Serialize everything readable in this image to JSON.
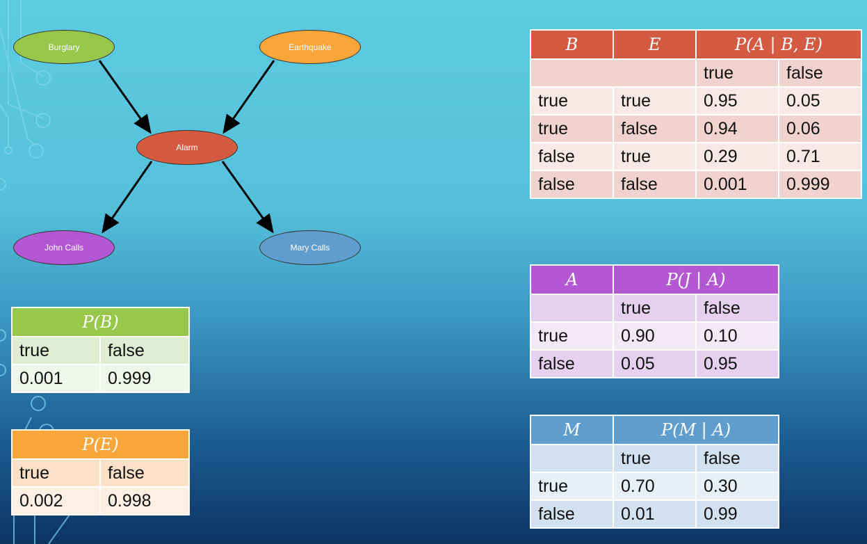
{
  "colors": {
    "burglary": "#97c74a",
    "earthquake": "#f8a53a",
    "alarm": "#d45a42",
    "john": "#b457d3",
    "mary": "#5f9dce"
  },
  "nodes": {
    "burglary": "Burglary",
    "earthquake": "Earthquake",
    "alarm": "Alarm",
    "john": "John Calls",
    "mary": "Mary Calls"
  },
  "table_alarm": {
    "headers": [
      "B",
      "E",
      "P(A | B, E)"
    ],
    "subheaders": [
      "true",
      "false"
    ],
    "rows": [
      [
        "true",
        "true",
        "0.95",
        "0.05"
      ],
      [
        "true",
        "false",
        "0.94",
        "0.06"
      ],
      [
        "false",
        "true",
        "0.29",
        "0.71"
      ],
      [
        "false",
        "false",
        "0.001",
        "0.999"
      ]
    ]
  },
  "table_john": {
    "headers": [
      "A",
      "P(J | A)"
    ],
    "subheaders": [
      "true",
      "false"
    ],
    "rows": [
      [
        "true",
        "0.90",
        "0.10"
      ],
      [
        "false",
        "0.05",
        "0.95"
      ]
    ]
  },
  "table_mary": {
    "headers": [
      "M",
      "P(M | A)"
    ],
    "subheaders": [
      "true",
      "false"
    ],
    "rows": [
      [
        "true",
        "0.70",
        "0.30"
      ],
      [
        "false",
        "0.01",
        "0.99"
      ]
    ]
  },
  "table_burglary": {
    "header": "P(B)",
    "labels": [
      "true",
      "false"
    ],
    "values": [
      "0.001",
      "0.999"
    ]
  },
  "table_earthquake": {
    "header": "P(E)",
    "labels": [
      "true",
      "false"
    ],
    "values": [
      "0.002",
      "0.998"
    ]
  }
}
